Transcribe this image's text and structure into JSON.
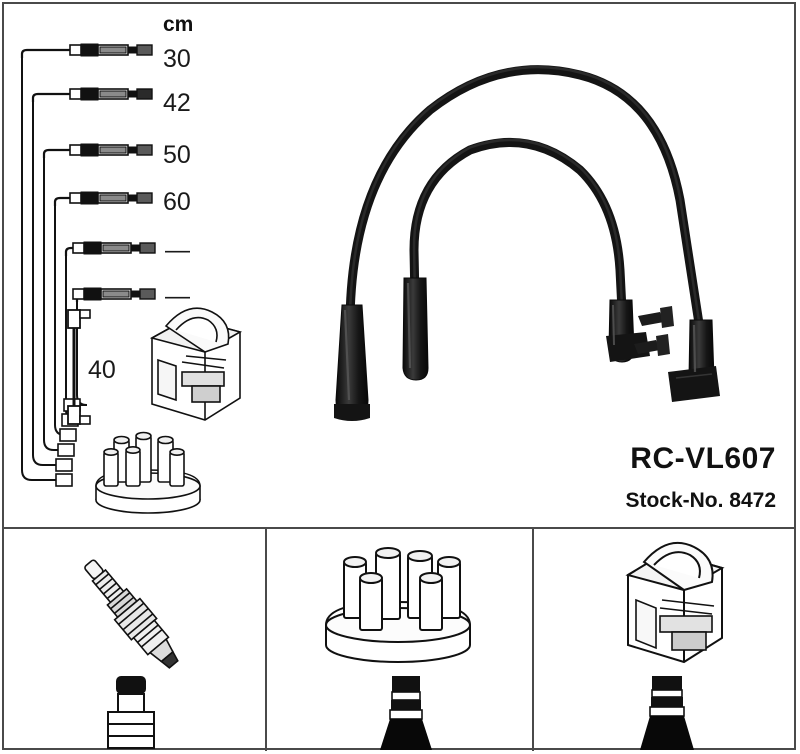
{
  "product": {
    "code": "RC-VL607",
    "stock_label": "Stock-No. 8472"
  },
  "legend": {
    "unit_header": "cm",
    "cable_lengths": [
      {
        "value": "30"
      },
      {
        "value": "42"
      },
      {
        "value": "50"
      },
      {
        "value": "60"
      },
      {
        "value": "—"
      },
      {
        "value": "—"
      }
    ],
    "coil_cable_length": "40"
  },
  "diagram": {
    "schematic_panel_name": "cable-set-schematic",
    "photo_panel_name": "ignition-cable-photo",
    "parts": [
      {
        "name": "ignition-coil-outline",
        "label": ""
      },
      {
        "name": "distributor-cap-outline",
        "label": ""
      },
      {
        "name": "terminal-strip",
        "label": ""
      }
    ]
  },
  "bottom_panels": [
    {
      "name": "spark-plug-panel",
      "component": "spark-plug",
      "boot": "spark-plug-boot"
    },
    {
      "name": "distributor-cap-panel",
      "component": "distributor-cap",
      "boot": "distributor-boot"
    },
    {
      "name": "ignition-coil-panel",
      "component": "ignition-coil",
      "boot": "coil-boot"
    }
  ],
  "colors": {
    "frame": "#4a4a4a",
    "ink": "#111111",
    "cable": "#1a1a1a",
    "background": "#ffffff"
  }
}
